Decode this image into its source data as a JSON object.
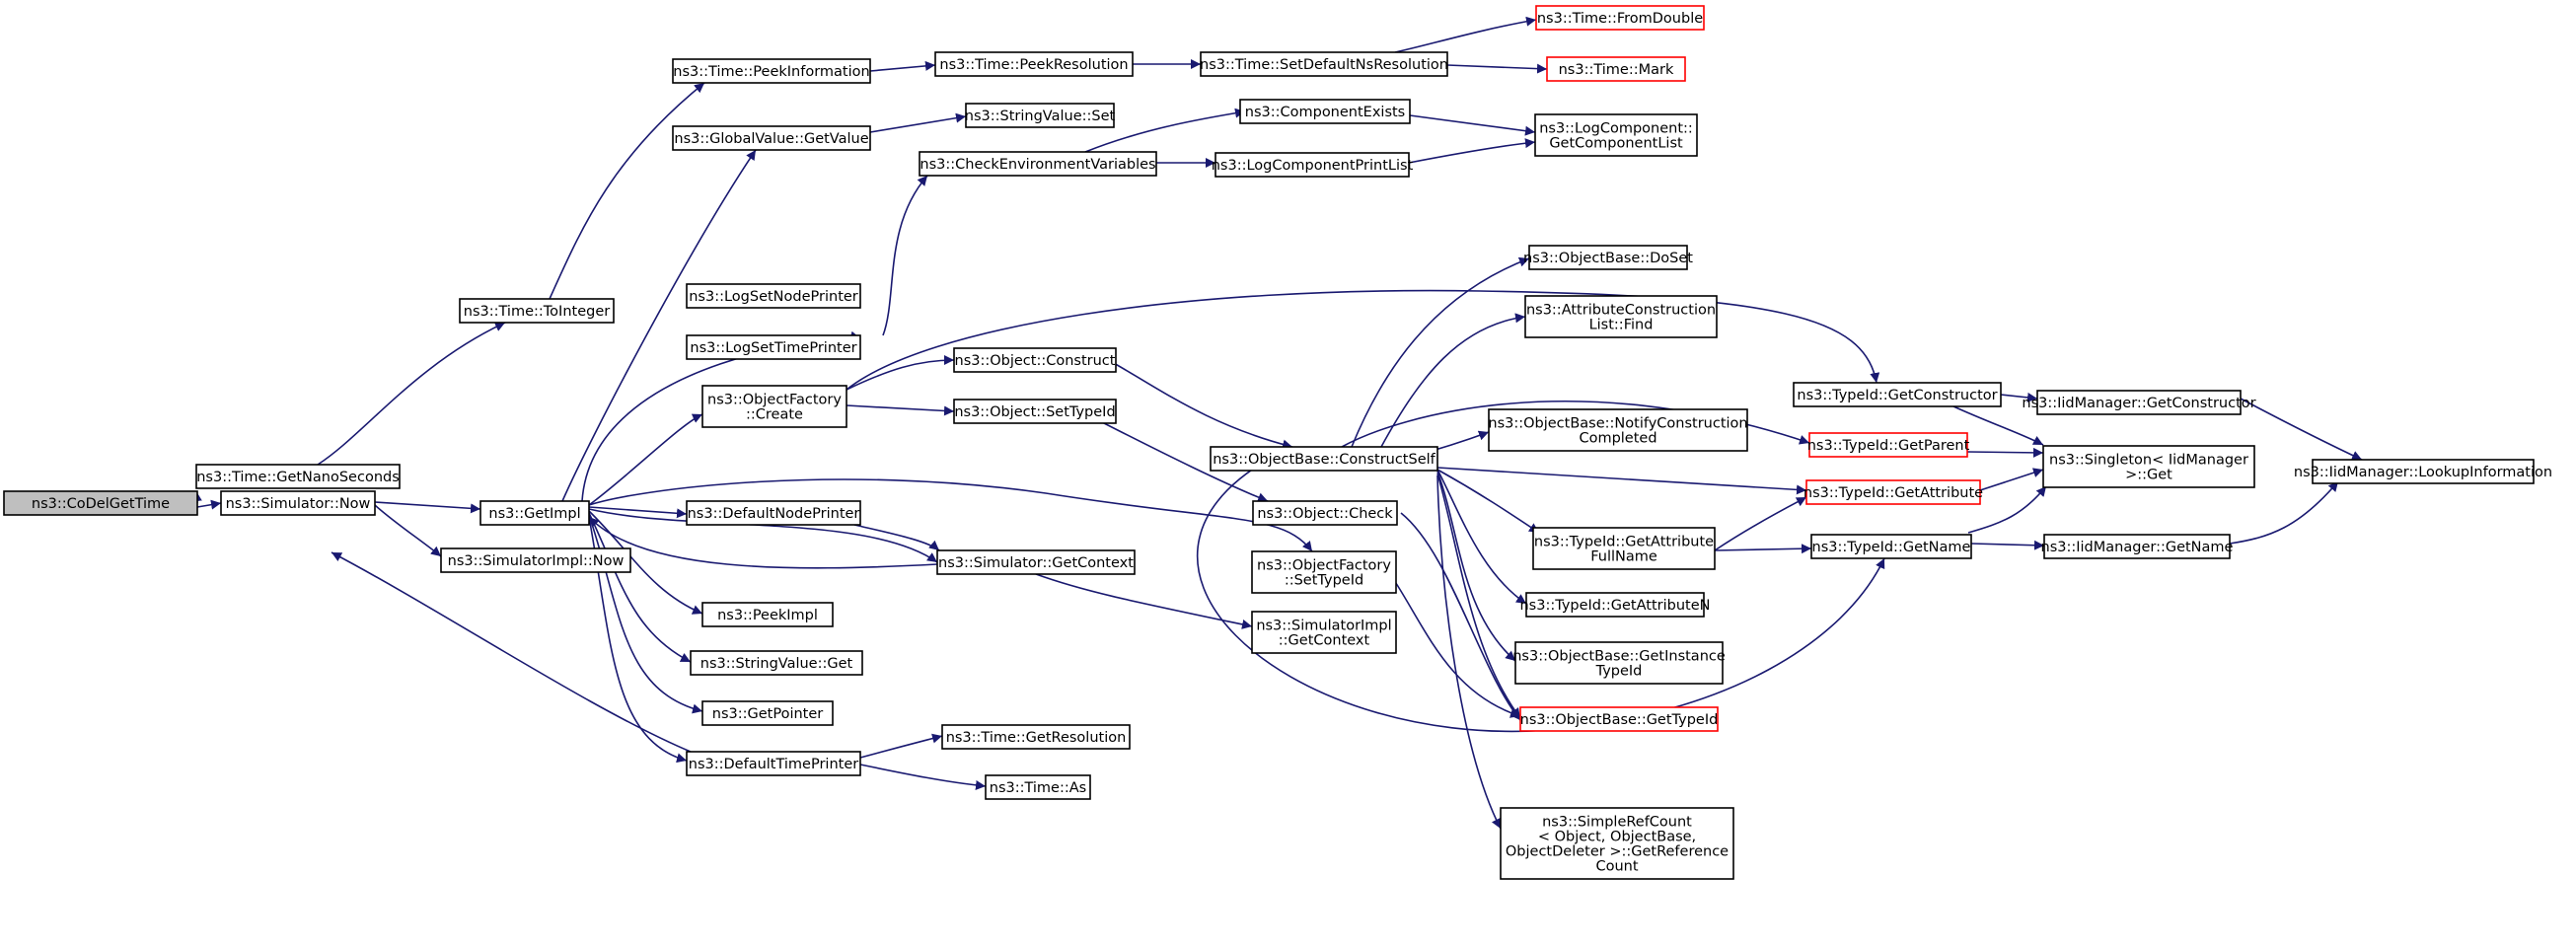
{
  "diagram": {
    "nodes": [
      {
        "id": "n0",
        "lines": [
          "ns3::CoDelGetTime"
        ],
        "style": "root"
      },
      {
        "id": "n1",
        "lines": [
          "ns3::Time::GetNanoSeconds"
        ]
      },
      {
        "id": "n2",
        "lines": [
          "ns3::Simulator::Now"
        ]
      },
      {
        "id": "n3",
        "lines": [
          "ns3::Time::ToInteger"
        ]
      },
      {
        "id": "n4",
        "lines": [
          "ns3::Time::PeekInformation"
        ]
      },
      {
        "id": "n5",
        "lines": [
          "ns3::Time::PeekResolution"
        ]
      },
      {
        "id": "n6",
        "lines": [
          "ns3::Time::SetDefaultNsResolution"
        ]
      },
      {
        "id": "n7",
        "lines": [
          "ns3::Time::FromDouble"
        ],
        "style": "red"
      },
      {
        "id": "n8",
        "lines": [
          "ns3::Time::Mark"
        ],
        "style": "red"
      },
      {
        "id": "n9",
        "lines": [
          "ns3::GetImpl"
        ]
      },
      {
        "id": "n10",
        "lines": [
          "ns3::SimulatorImpl::Now"
        ]
      },
      {
        "id": "n11",
        "lines": [
          "ns3::GlobalValue::GetValue"
        ]
      },
      {
        "id": "n12",
        "lines": [
          "ns3::StringValue::Set"
        ]
      },
      {
        "id": "n13",
        "lines": [
          "ns3::CheckEnvironmentVariables"
        ]
      },
      {
        "id": "n14",
        "lines": [
          "ns3::ComponentExists"
        ]
      },
      {
        "id": "n15",
        "lines": [
          "ns3::LogComponentPrintList"
        ]
      },
      {
        "id": "n16",
        "lines": [
          "ns3::LogComponent::",
          "GetComponentList"
        ]
      },
      {
        "id": "n17",
        "lines": [
          "ns3::LogSetNodePrinter"
        ]
      },
      {
        "id": "n18",
        "lines": [
          "ns3::LogSetTimePrinter"
        ]
      },
      {
        "id": "n19",
        "lines": [
          "ns3::ObjectFactory",
          "::Create"
        ]
      },
      {
        "id": "n20",
        "lines": [
          "ns3::Object::Construct"
        ]
      },
      {
        "id": "n21",
        "lines": [
          "ns3::Object::SetTypeId"
        ]
      },
      {
        "id": "n22",
        "lines": [
          "ns3::ObjectBase::ConstructSelf"
        ]
      },
      {
        "id": "n23",
        "lines": [
          "ns3::ObjectBase::DoSet"
        ]
      },
      {
        "id": "n24",
        "lines": [
          "ns3::AttributeConstruction",
          "List::Find"
        ]
      },
      {
        "id": "n25",
        "lines": [
          "ns3::ObjectBase::NotifyConstruction",
          "Completed"
        ]
      },
      {
        "id": "n26",
        "lines": [
          "ns3::TypeId::GetConstructor"
        ]
      },
      {
        "id": "n27",
        "lines": [
          "ns3::IidManager::GetConstructor"
        ]
      },
      {
        "id": "n28",
        "lines": [
          "ns3::IidManager::LookupInformation"
        ]
      },
      {
        "id": "n29",
        "lines": [
          "ns3::TypeId::GetParent"
        ],
        "style": "red"
      },
      {
        "id": "n30",
        "lines": [
          "ns3::Singleton< IidManager",
          " >::Get"
        ]
      },
      {
        "id": "n31",
        "lines": [
          "ns3::TypeId::GetAttribute"
        ],
        "style": "red"
      },
      {
        "id": "n32",
        "lines": [
          "ns3::TypeId::GetAttribute",
          "FullName"
        ]
      },
      {
        "id": "n33",
        "lines": [
          "ns3::TypeId::GetName"
        ]
      },
      {
        "id": "n34",
        "lines": [
          "ns3::IidManager::GetName"
        ]
      },
      {
        "id": "n35",
        "lines": [
          "ns3::TypeId::GetAttributeN"
        ]
      },
      {
        "id": "n36",
        "lines": [
          "ns3::ObjectBase::GetInstance",
          "TypeId"
        ]
      },
      {
        "id": "n37",
        "lines": [
          "ns3::ObjectBase::GetTypeId"
        ],
        "style": "red"
      },
      {
        "id": "n38",
        "lines": [
          "ns3::SimpleRefCount",
          "< Object, ObjectBase,",
          " ObjectDeleter >::GetReference",
          "Count"
        ]
      },
      {
        "id": "n39",
        "lines": [
          "ns3::DefaultNodePrinter"
        ]
      },
      {
        "id": "n40",
        "lines": [
          "ns3::Simulator::GetContext"
        ]
      },
      {
        "id": "n41",
        "lines": [
          "ns3::Object::Check"
        ]
      },
      {
        "id": "n42",
        "lines": [
          "ns3::ObjectFactory",
          "::SetTypeId"
        ]
      },
      {
        "id": "n43",
        "lines": [
          "ns3::SimulatorImpl",
          "::GetContext"
        ]
      },
      {
        "id": "n44",
        "lines": [
          "ns3::PeekImpl"
        ]
      },
      {
        "id": "n45",
        "lines": [
          "ns3::StringValue::Get"
        ]
      },
      {
        "id": "n46",
        "lines": [
          "ns3::GetPointer"
        ]
      },
      {
        "id": "n47",
        "lines": [
          "ns3::DefaultTimePrinter"
        ]
      },
      {
        "id": "n48",
        "lines": [
          "ns3::Time::GetResolution"
        ]
      },
      {
        "id": "n49",
        "lines": [
          "ns3::Time::As"
        ]
      }
    ]
  }
}
